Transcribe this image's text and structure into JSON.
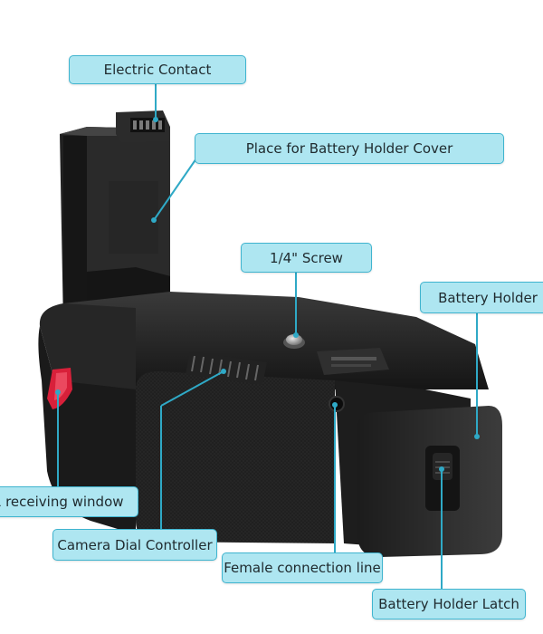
{
  "callouts": {
    "electric_contact": "Electric Contact",
    "battery_holder_cover": "Place for Battery Holder Cover",
    "screw": "1/4\" Screw",
    "battery_holder": "Battery Holder",
    "ir_window": "IR receiving window",
    "dial_controller": "Camera Dial Controller",
    "female_connection": "Female connection line",
    "holder_latch": "Battery Holder Latch"
  },
  "colors": {
    "callout_fill": "#aee6f1",
    "callout_border": "#3fb4cf",
    "leader_line": "#2fa9c6",
    "grip_body": "#1b1b1b",
    "ir_window": "#d8203a"
  }
}
